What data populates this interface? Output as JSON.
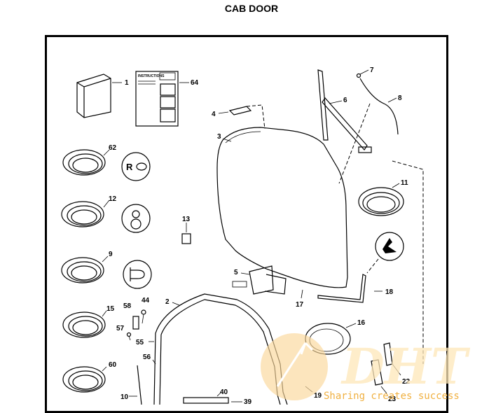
{
  "title": "CAB DOOR",
  "callouts": {
    "c1": "1",
    "c64": "64",
    "c7": "7",
    "c8": "8",
    "c6": "6",
    "c4": "4",
    "c3": "3",
    "c62": "62",
    "c11": "11",
    "c12": "12",
    "c13": "13",
    "c9": "9",
    "c5": "5",
    "c18": "18",
    "c17": "17",
    "c2": "2",
    "c58": "58",
    "c44": "44",
    "c15": "15",
    "c57": "57",
    "c55": "55",
    "c16": "16",
    "c56": "56",
    "c60": "60",
    "c22": "22",
    "c40": "40",
    "c39": "39",
    "c19": "19",
    "c23": "23",
    "c10": "10"
  },
  "instructions_sheet_heading": "INSTRUCTIONS",
  "watermark": {
    "logo_text": "DHT",
    "slogan": "Sharing creates success",
    "color": "#f0a830"
  }
}
